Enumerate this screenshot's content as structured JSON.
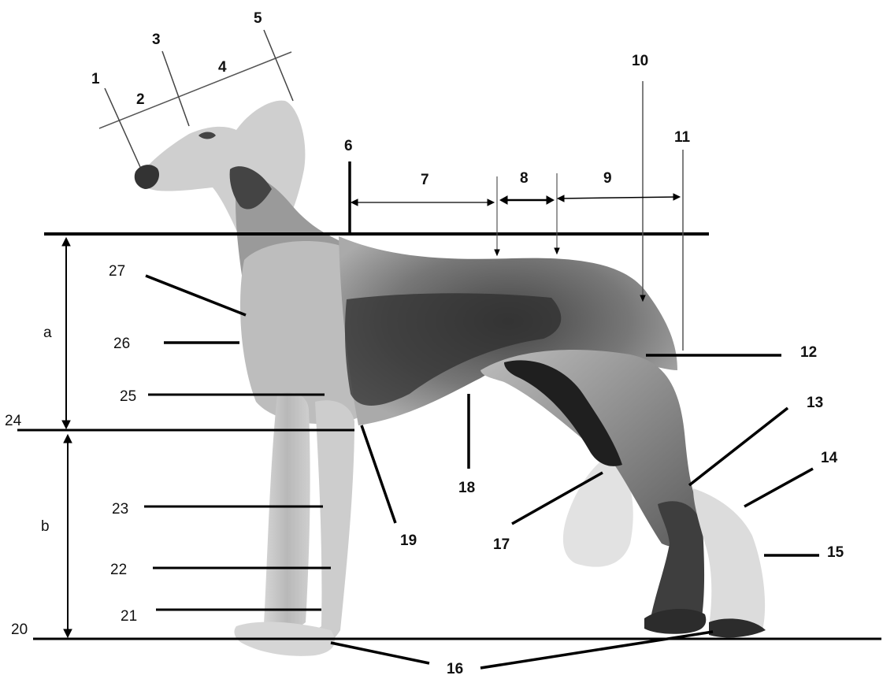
{
  "figure": {
    "labels": {
      "n1": "1",
      "n2": "2",
      "n3": "3",
      "n4": "4",
      "n5": "5",
      "n6": "6",
      "n7": "7",
      "n8": "8",
      "n9": "9",
      "n10": "10",
      "n11": "11",
      "n12": "12",
      "n13": "13",
      "n14": "14",
      "n15": "15",
      "n16": "16",
      "n17": "17",
      "n18": "18",
      "n19": "19",
      "n20": "20",
      "n21": "21",
      "n22": "22",
      "n23": "23",
      "n24": "24",
      "n25": "25",
      "n26": "26",
      "n27": "27",
      "a": "a",
      "b": "b"
    },
    "colors": {
      "line": "#000000",
      "thin_line": "#555555",
      "dog_dark": "#3a3a3a",
      "dog_mid": "#8c8c8c",
      "dog_light": "#c9c9c9",
      "dog_pale": "#e4e4e4"
    }
  }
}
